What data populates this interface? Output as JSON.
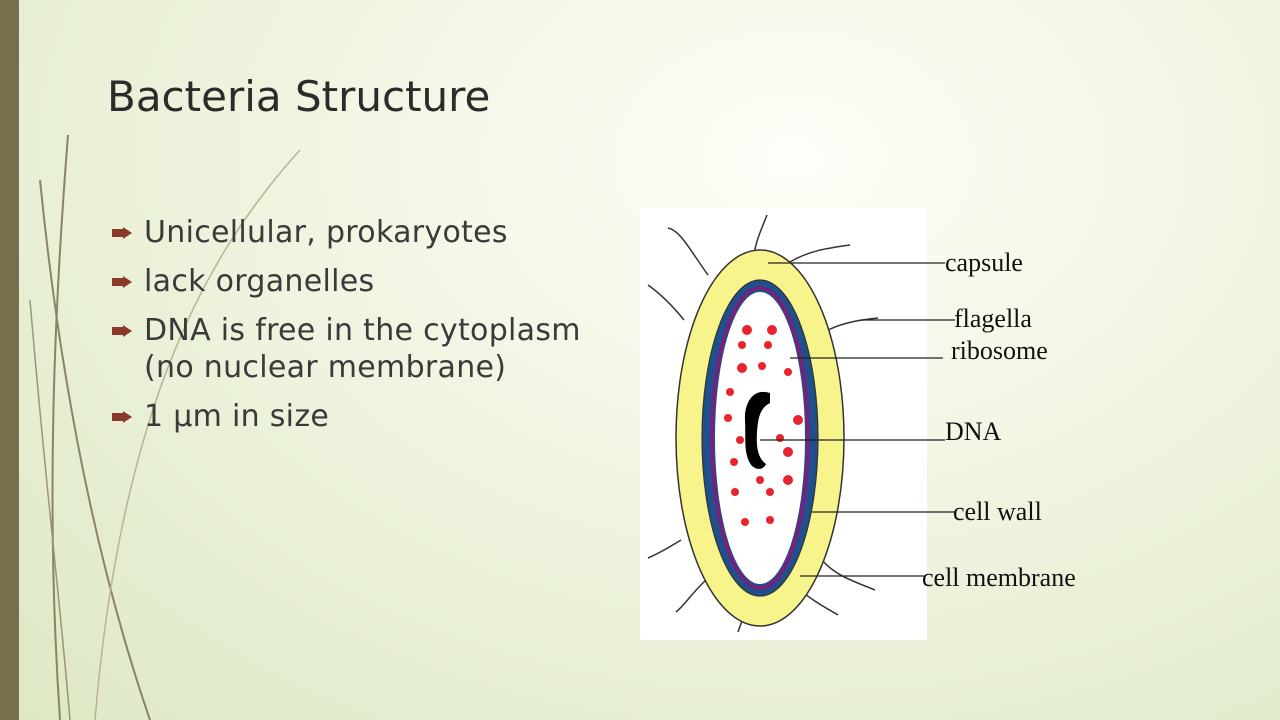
{
  "slide": {
    "title": "Bacteria Structure",
    "bullets": [
      "Unicellular, prokaryotes",
      "lack organelles",
      "DNA is free in the cytoplasm  (no nuclear membrane)",
      "1 μm in size"
    ]
  },
  "diagram": {
    "labels": {
      "capsule": "capsule",
      "flagella": "flagella",
      "ribosome": "ribosome",
      "dna": "DNA",
      "cell_wall": "cell wall",
      "cell_membrane": "cell membrane"
    },
    "colors": {
      "capsule": "#f8f48c",
      "cell_wall": "#1f4f8c",
      "cell_membrane": "#7a1f7a",
      "ribosome": "#e8242c",
      "dna": "#000000",
      "accent_bar": "#77704f"
    }
  }
}
